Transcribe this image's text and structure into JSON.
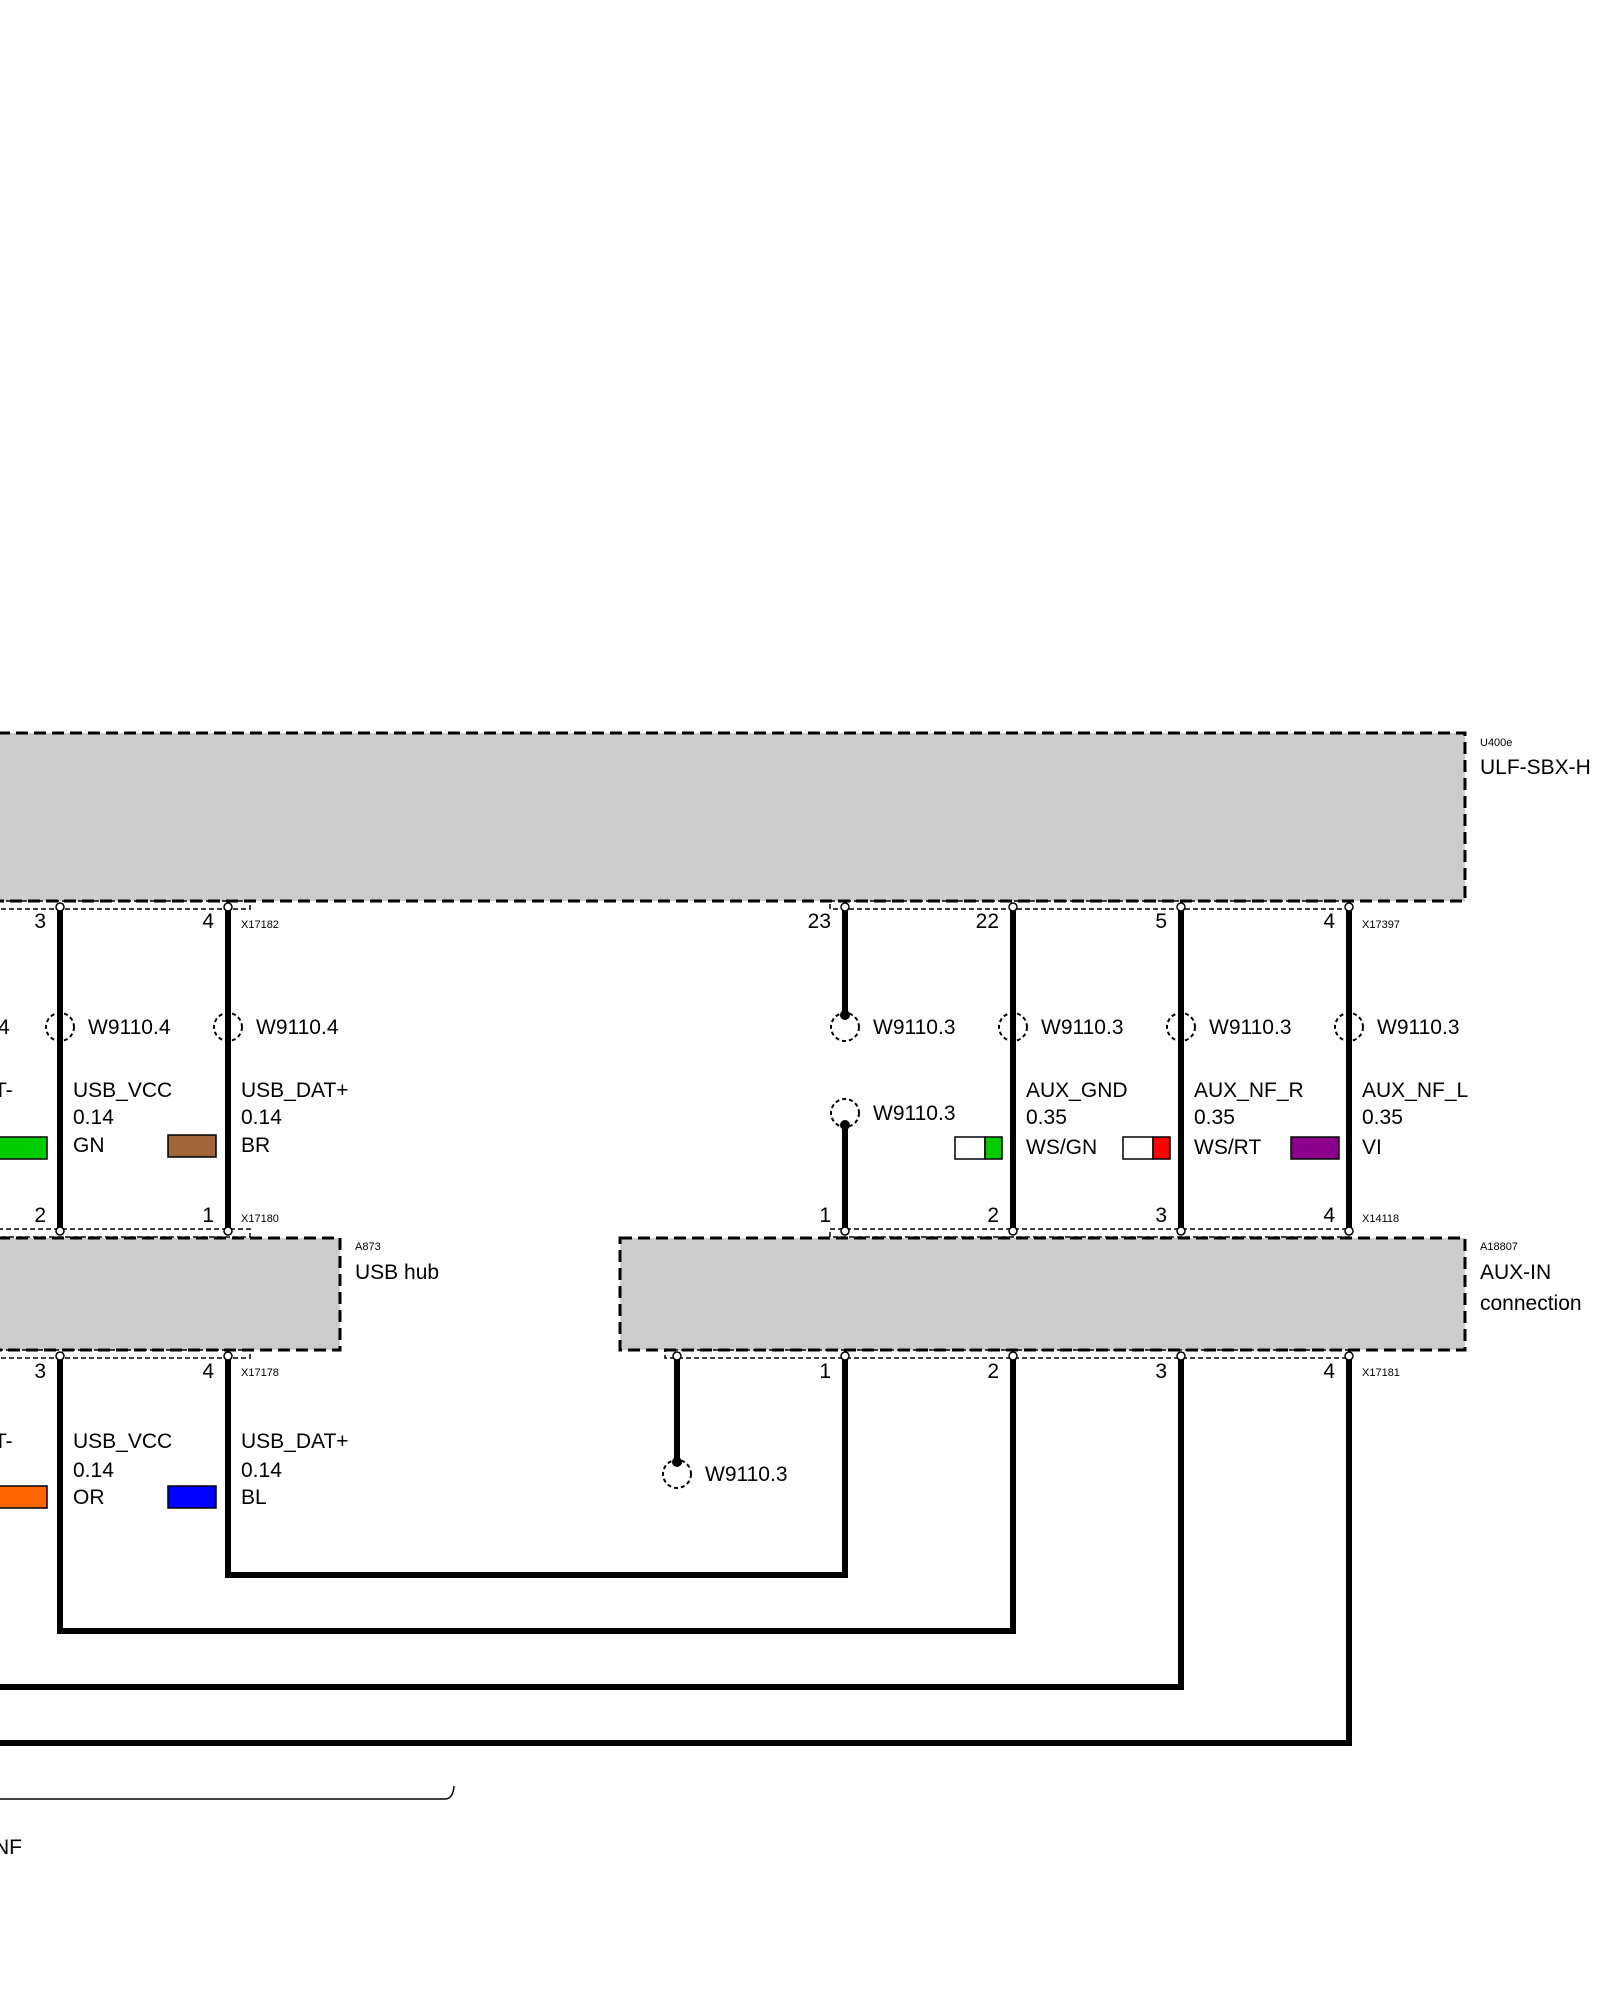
{
  "components": {
    "u400e": {
      "code": "U400e",
      "name": "ULF-SBX-H"
    },
    "a873": {
      "code": "A873",
      "name": "USB hub"
    },
    "a18807": {
      "code": "A18807",
      "name_line1": "AUX-IN",
      "name_line2": "connection"
    }
  },
  "connectors": {
    "x17182": "X17182",
    "x17397": "X17397",
    "x17180": "X17180",
    "x14118": "X14118",
    "x17178": "X17178",
    "x17181": "X17181"
  },
  "pins": {
    "u400e_x17182": [
      "3",
      "4"
    ],
    "u400e_x17397": [
      "23",
      "22",
      "5",
      "4"
    ],
    "a873_x17180": [
      "2",
      "1"
    ],
    "a18807_x14118": [
      "1",
      "2",
      "3",
      "4"
    ],
    "a873_x17178": [
      "3",
      "4"
    ],
    "a18807_x17181": [
      "1",
      "2",
      "3",
      "4"
    ]
  },
  "shields": {
    "w9110_4": "W9110.4",
    "w9110_3": "W9110.3",
    "cut_left": "4"
  },
  "upper_wires": [
    {
      "signal": "USB_VCC",
      "gauge": "0.14",
      "color_code": "GN",
      "colors": [
        "#00cc00"
      ]
    },
    {
      "signal": "USB_DAT+",
      "gauge": "0.14",
      "color_code": "BR",
      "colors": [
        "#a0663a"
      ]
    },
    {
      "signal": "AUX_GND",
      "gauge": "0.35",
      "color_code": "WS/GN",
      "colors": [
        "#ffffff",
        "#00cc00"
      ]
    },
    {
      "signal": "AUX_NF_R",
      "gauge": "0.35",
      "color_code": "WS/RT",
      "colors": [
        "#ffffff",
        "#ff0000"
      ]
    },
    {
      "signal": "AUX_NF_L",
      "gauge": "0.35",
      "color_code": "VI",
      "colors": [
        "#8b008b"
      ]
    }
  ],
  "lower_wires": [
    {
      "signal": "USB_VCC",
      "gauge": "0.14",
      "color_code": "OR",
      "colors": [
        "#ff6600"
      ]
    },
    {
      "signal": "USB_DAT+",
      "gauge": "0.14",
      "color_code": "BL",
      "colors": [
        "#0000ff"
      ]
    }
  ],
  "partial_left": {
    "signal_fragment": "T-",
    "upper_swatch_color": "#00cc00",
    "lower_swatch_color": "#ff6600",
    "bottom_fragment": "NF"
  }
}
